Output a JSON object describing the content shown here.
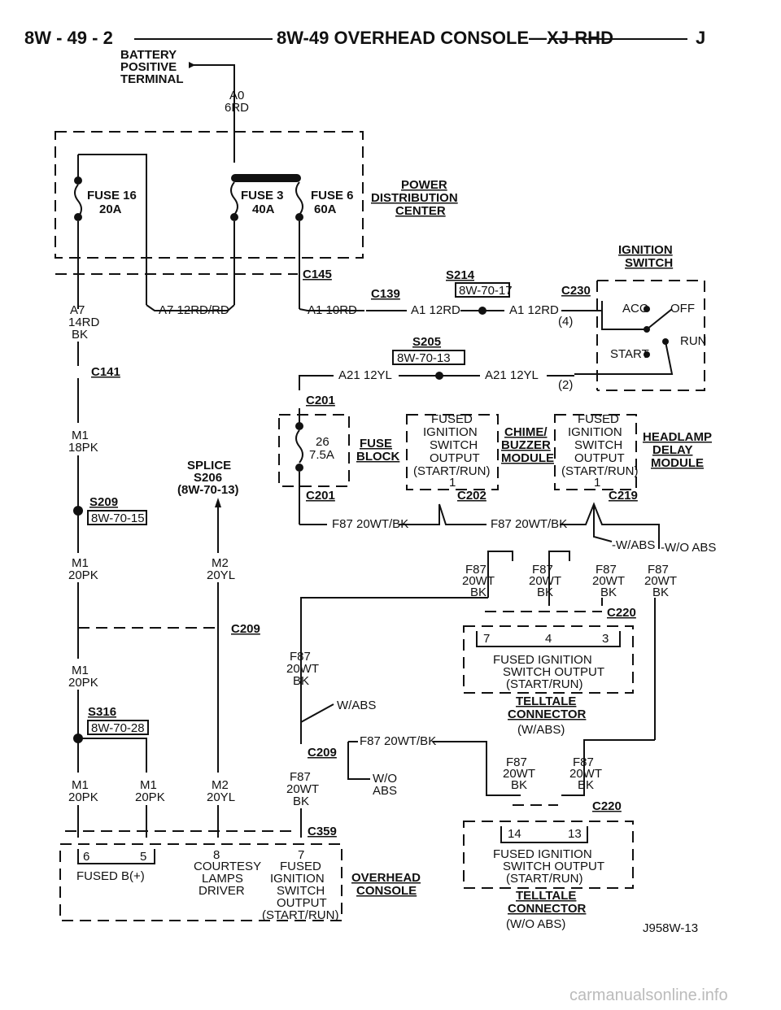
{
  "header": {
    "left": "8W - 49 - 2",
    "title": "8W-49 OVERHEAD CONSOLE—XJ-RHD",
    "right": "J"
  },
  "battery": {
    "line1": "BATTERY",
    "line2": "POSITIVE",
    "line3": "TERMINAL",
    "wire": "A0",
    "color": "6RD"
  },
  "pdc": {
    "title1": "POWER",
    "title2": "DISTRIBUTION",
    "title3": "CENTER",
    "fuse16_name": "FUSE 16",
    "fuse16_amp": "20A",
    "fuse3_name": "FUSE 3",
    "fuse3_amp": "40A",
    "fuse6_name": "FUSE 6",
    "fuse6_amp": "60A"
  },
  "connectors": {
    "c145": "C145",
    "c139": "C139",
    "c230": "C230",
    "c141": "C141",
    "c201a": "C201",
    "c201b": "C201",
    "c202": "C202",
    "c219": "C219",
    "c209a": "C209",
    "c209b": "C209",
    "c220a": "C220",
    "c220b": "C220",
    "c359": "C359",
    "pin4": "(4)",
    "pin2": "(2)"
  },
  "splices": {
    "s214": "S214",
    "s214_ref": "8W-70-17",
    "s205": "S205",
    "s205_ref": "8W-70-13",
    "s209": "S209",
    "s209_ref": "8W-70-15",
    "s316": "S316",
    "s316_ref": "8W-70-28",
    "s206_l1": "SPLICE",
    "s206_l2": "S206",
    "s206_l3": "(8W-70-13)"
  },
  "wires": {
    "a7_l1": "A7",
    "a7_l2": "14RD",
    "a7_l3": "BK",
    "a7_12": "A7 12RD/RD",
    "a1_10": "A1 10RD",
    "a1_12a": "A1 12RD",
    "a1_12b": "A1 12RD",
    "a21_a": "A21 12YL",
    "a21_b": "A21 12YL",
    "m1_18_l1": "M1",
    "m1_18_l2": "18PK",
    "m1_20a_l1": "M1",
    "m1_20a_l2": "20PK",
    "m2_20a_l1": "M2",
    "m2_20a_l2": "20YL",
    "m1_20b_l1": "M1",
    "m1_20b_l2": "20PK",
    "m1_20c_l1": "M1",
    "m1_20c_l2": "20PK",
    "m1_20d_l1": "M1",
    "m1_20d_l2": "20PK",
    "m2_20b_l1": "M2",
    "m2_20b_l2": "20YL",
    "f87_a": "F87 20WT/BK",
    "f87_b": "F87 20WT/BK",
    "f87_c": "F87 20WT/BK",
    "f87": "F87",
    "w20": "20WT",
    "bk": "BK",
    "w_abs": "-W/ABS",
    "wo_abs": "-W/O ABS",
    "w_abs2": "W/ABS",
    "wo_l1": "W/O",
    "wo_l2": "ABS"
  },
  "ignition": {
    "title1": "IGNITION",
    "title2": "SWITCH",
    "acc": "ACC",
    "off": "OFF",
    "run": "RUN",
    "start": "START"
  },
  "fuse_block": {
    "title1": "FUSE",
    "title2": "BLOCK",
    "fuse_num": "26",
    "fuse_amp": "7.5A"
  },
  "fused_box": {
    "l1": "FUSED",
    "l2": "IGNITION",
    "l3": "SWITCH",
    "l4": "OUTPUT",
    "l5": "(START/RUN)",
    "pin": "1"
  },
  "chime": {
    "l1": "CHIME/",
    "l2": "BUZZER",
    "l3": "MODULE"
  },
  "headlamp": {
    "l1": "HEADLAMP",
    "l2": "DELAY",
    "l3": "MODULE"
  },
  "telltale_abs": {
    "pin7": "7",
    "pin4": "4",
    "pin3": "3",
    "l1": "FUSED IGNITION",
    "l2": "SWITCH OUTPUT",
    "l3": "(START/RUN)",
    "t1": "TELLTALE",
    "t2": "CONNECTOR",
    "t3": "(W/ABS)"
  },
  "telltale_noabs": {
    "pin14": "14",
    "pin13": "13",
    "l1": "FUSED IGNITION",
    "l2": "SWITCH OUTPUT",
    "l3": "(START/RUN)",
    "t1": "TELLTALE",
    "t2": "CONNECTOR",
    "t3": "(W/O ABS)"
  },
  "console": {
    "pin6": "6",
    "pin5": "5",
    "pin8": "8",
    "pin7": "7",
    "fused_b": "FUSED B(+)",
    "courtesy1": "COURTESY",
    "courtesy2": "LAMPS",
    "courtesy3": "DRIVER",
    "f1": "FUSED",
    "f2": "IGNITION",
    "f3": "SWITCH",
    "f4": "OUTPUT",
    "f5": "(START/RUN)",
    "t1": "OVERHEAD",
    "t2": "CONSOLE"
  },
  "figure_id": "J958W-13",
  "watermark": "carmanualsonline.info"
}
